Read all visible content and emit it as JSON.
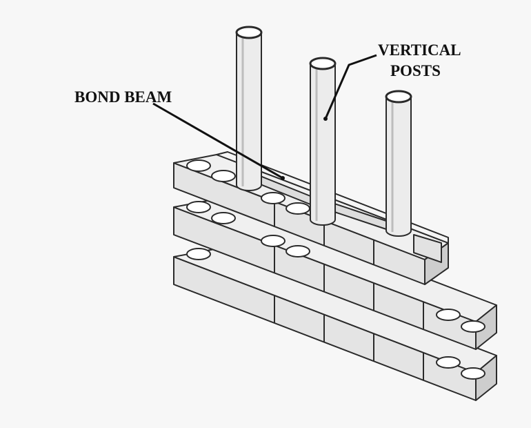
{
  "labels": {
    "bond_beam": "BOND BEAM",
    "vertical_posts_line1": "VERTICAL",
    "vertical_posts_line2": "POSTS"
  },
  "colors": {
    "background": "#f7f7f7",
    "block_face": "#e6e6e6",
    "block_top": "#f2f2f2",
    "block_side": "#cfcfcf",
    "outline": "#2a2a2a",
    "post_fill": "#ececec",
    "leader": "#111111"
  }
}
